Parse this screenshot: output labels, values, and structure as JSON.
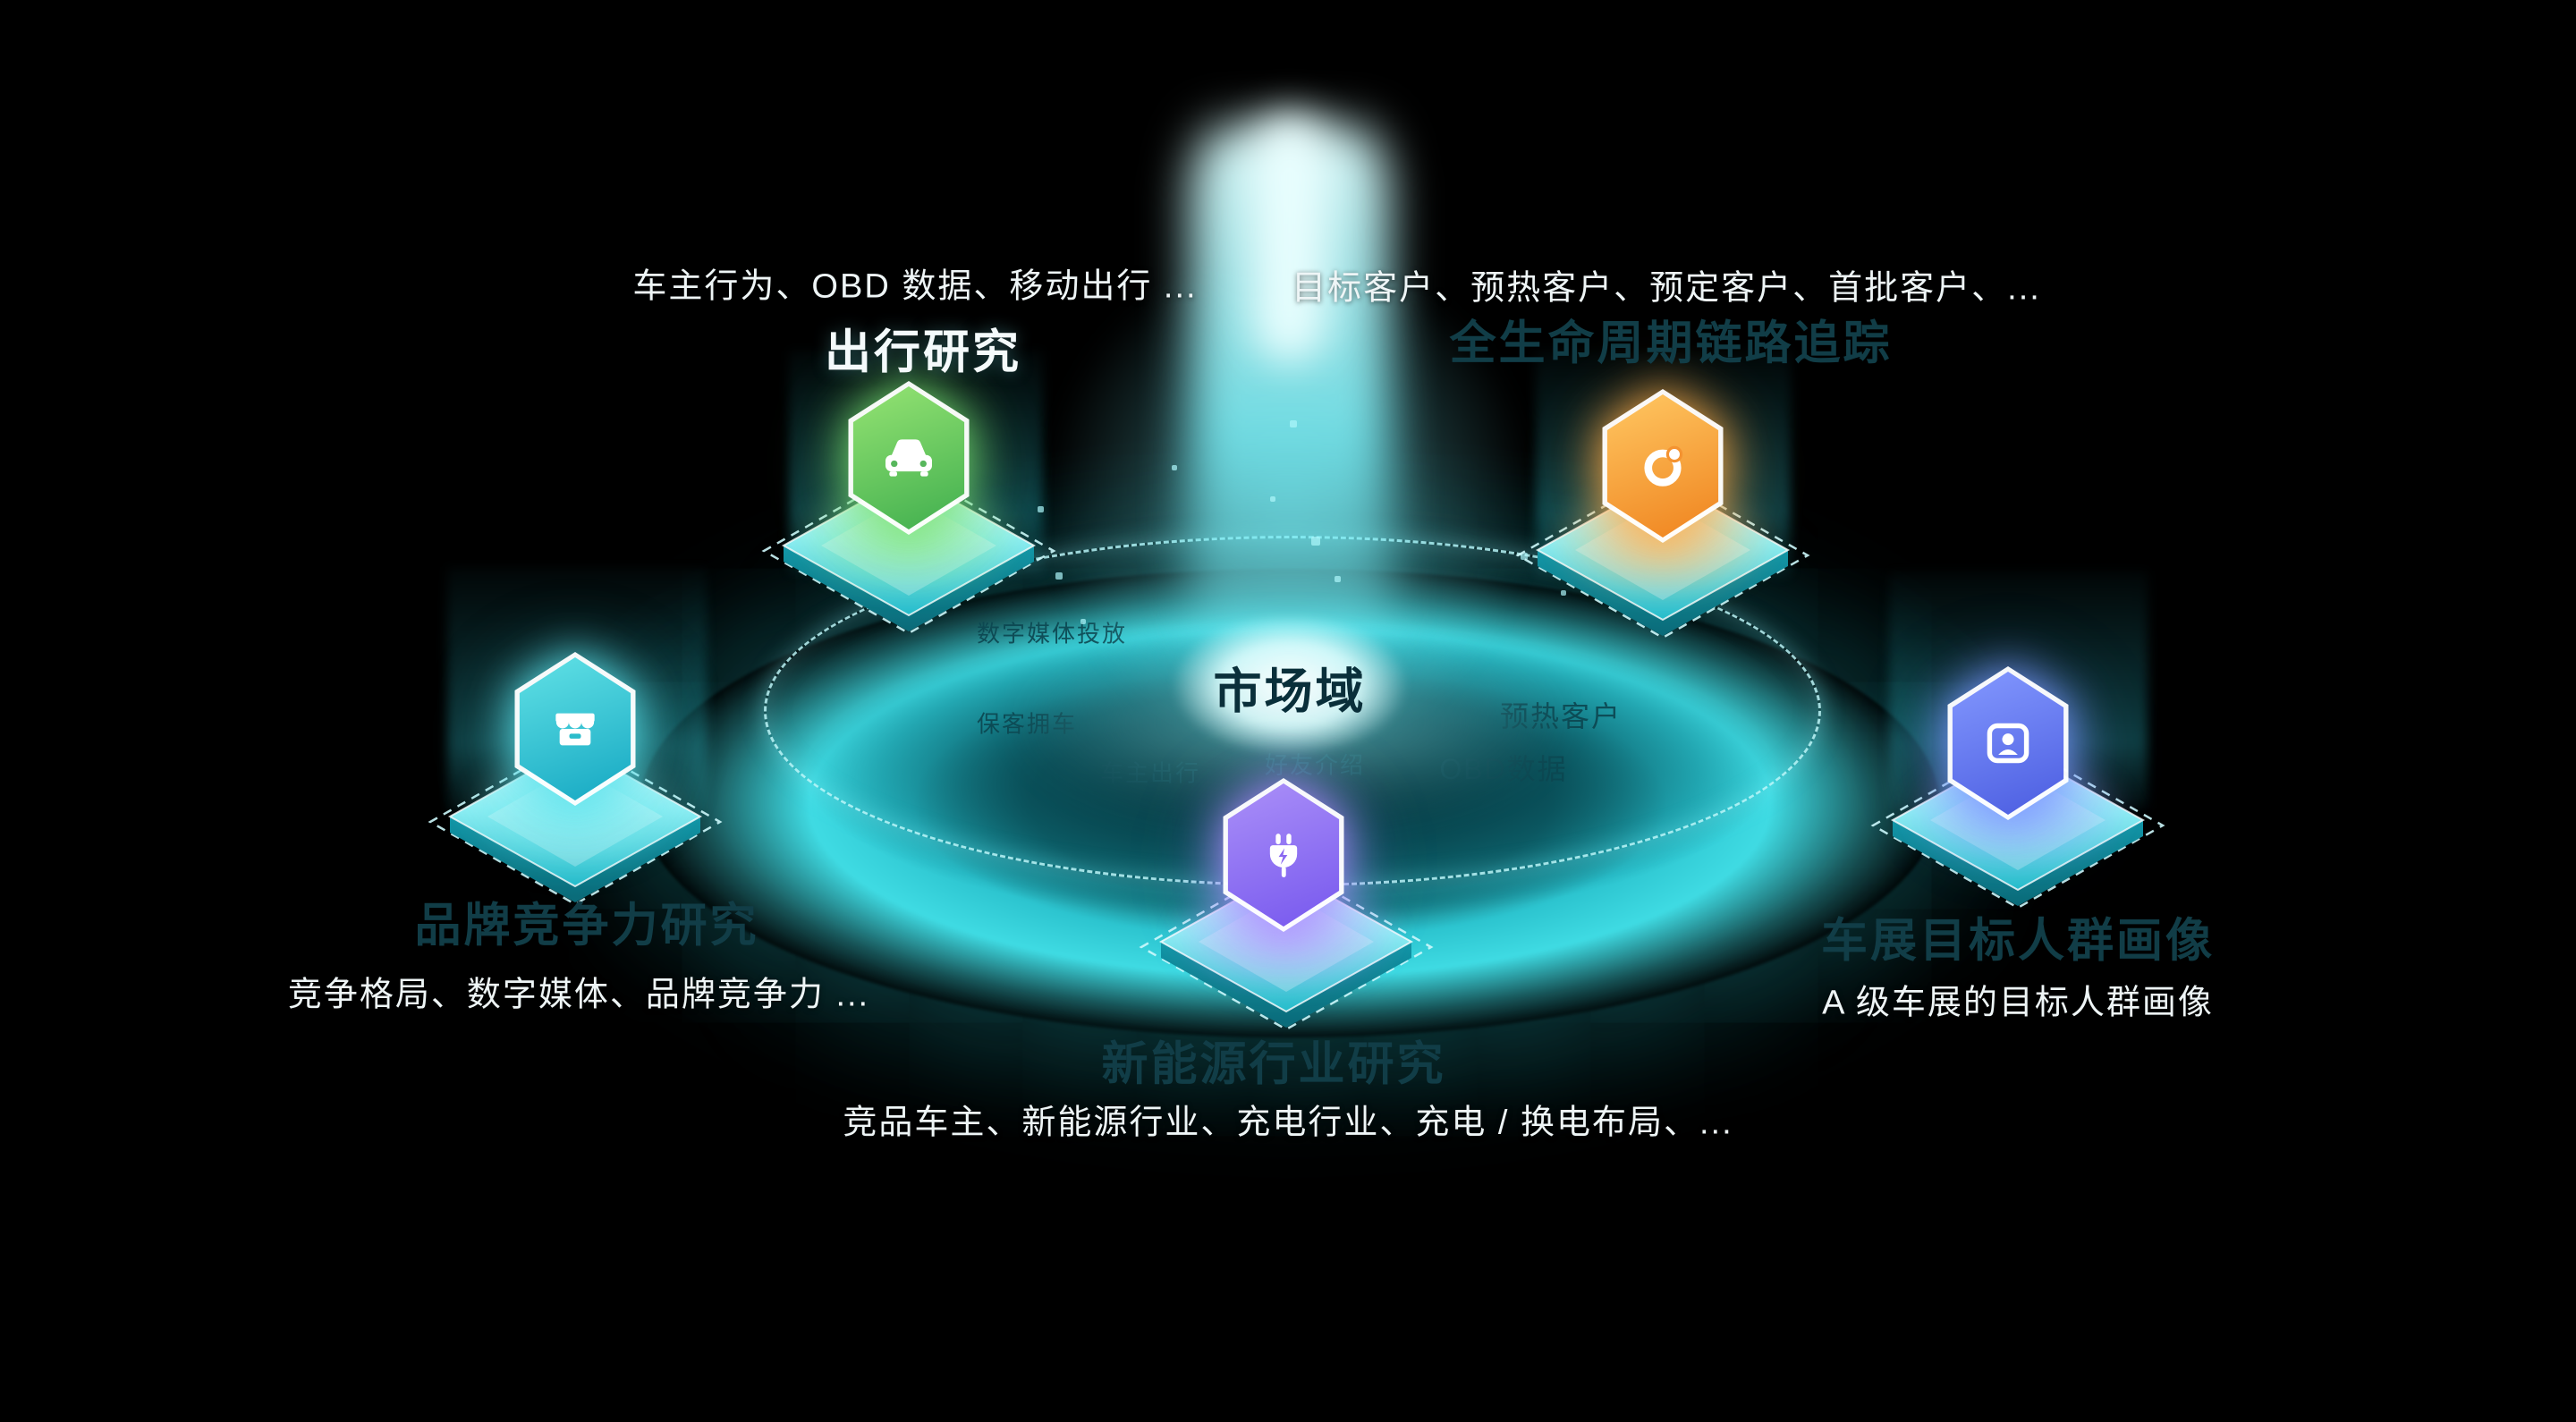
{
  "center_label": "市场域",
  "watermarks": [
    "数字媒体投放",
    "保客拥车",
    "车主出行",
    "好友介绍",
    "OBD数据",
    "预热客户"
  ],
  "nodes": [
    {
      "id": "travel-research",
      "title": "出行研究",
      "subtitle": "车主行为、OBD 数据、移动出行 ...",
      "icon": "car-icon",
      "accent": "#4db84f"
    },
    {
      "id": "lifecycle-tracking",
      "title": "全生命周期链路追踪",
      "subtitle": "目标客户、预热客户、预定客户、首批客户、...",
      "icon": "energy-ring-icon",
      "accent": "#f5921e"
    },
    {
      "id": "brand-competitiveness",
      "title": "品牌竞争力研究",
      "subtitle": "竞争格局、数字媒体、品牌竞争力 ...",
      "icon": "storefront-icon",
      "accent": "#1fb9cb"
    },
    {
      "id": "audience-profile",
      "title": "车展目标人群画像",
      "subtitle": "A 级车展的目标人群画像",
      "icon": "id-card-icon",
      "accent": "#5569e8"
    },
    {
      "id": "new-energy-research",
      "title": "新能源行业研究",
      "subtitle": "竞品车主、新能源行业、充电行业、充电 / 换电布局、...",
      "icon": "charging-plug-icon",
      "accent": "#8164f0"
    }
  ],
  "colors": {
    "background": "#000000",
    "ring": "#35cdd8",
    "glow": "#9ff3f8",
    "text_light": "#f5fafa",
    "text_dark": "#123f49"
  }
}
